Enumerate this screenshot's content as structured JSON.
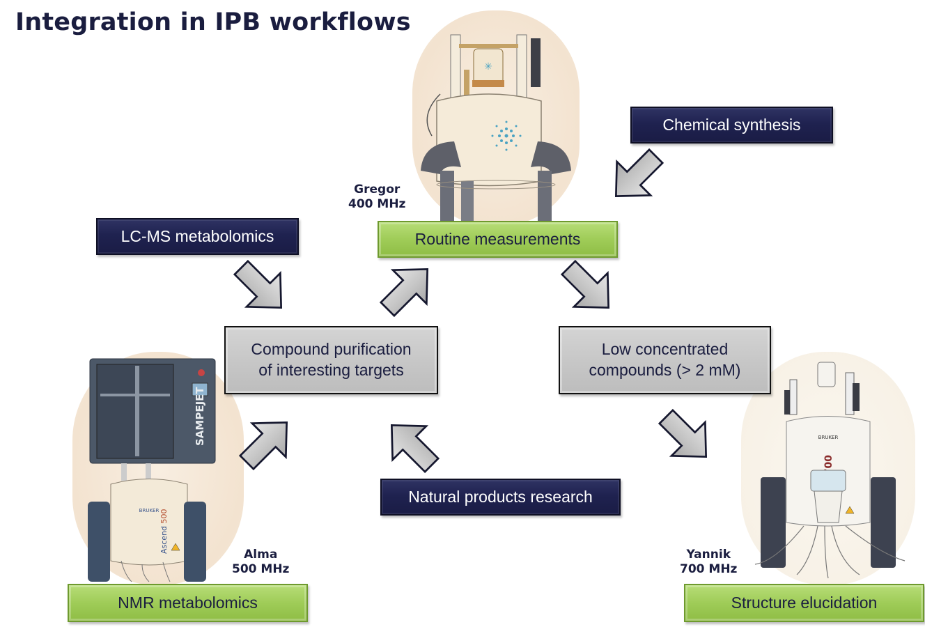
{
  "title": "Integration in IPB workflows",
  "instruments": [
    {
      "name": "Gregor",
      "frequency": "400 MHz",
      "workflow": "Routine measurements"
    },
    {
      "name": "Alma",
      "frequency": "500 MHz",
      "workflow": "NMR metabolomics",
      "device_label": "SAMPEJET",
      "magnet_label": "Ascend 500",
      "brand": "BRUKER"
    },
    {
      "name": "Yannik",
      "frequency": "700 MHz",
      "workflow": "Structure elucidation",
      "magnet_label": "LL 700",
      "brand": "BRUKER"
    }
  ],
  "inputs": {
    "chemical_synthesis": "Chemical synthesis",
    "lcms": "LC-MS metabolomics",
    "natural_products": "Natural products research"
  },
  "process": {
    "purification_line1": "Compound purification",
    "purification_line2": "of interesting targets",
    "lowconc_line1": "Low concentrated",
    "lowconc_line2": "compounds (> 2 mM)"
  },
  "colors": {
    "navy": "#1f2250",
    "green": "#9fcc58",
    "gray": "#c6c6c6",
    "arrow": "#c8c8c8",
    "blob": "#f5e6d6"
  }
}
